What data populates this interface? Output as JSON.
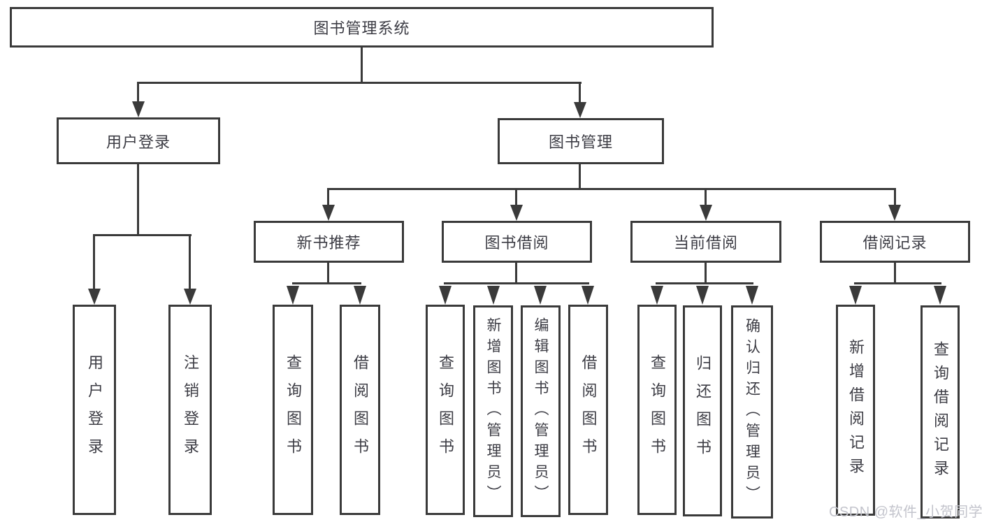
{
  "nodes": {
    "root": "图书管理系统",
    "user_login": "用户登录",
    "book_mgmt": "图书管理",
    "new_books": "新书推荐",
    "book_borrow": "图书借阅",
    "current_borrow": "当前借阅",
    "borrow_records": "借阅记录",
    "leaves": {
      "user": [
        "用户登录",
        "注销登录"
      ],
      "new_books": [
        "查询图书",
        "借阅图书"
      ],
      "book_borrow": [
        "查询图书",
        "新增图书（管理员）",
        "编辑图书（管理员）",
        "借阅图书"
      ],
      "current_borrow": [
        "查询图书",
        "归还图书",
        "确认归还（管理员）"
      ],
      "borrow_records": [
        "新增借阅记录",
        "查询借阅记录"
      ]
    }
  },
  "watermark": "CSDN @软件_小贺同学",
  "colors": {
    "line": "#3a3a3a",
    "text": "#3c3c44",
    "watermark": "#c3c4cc",
    "background": "#ffffff"
  }
}
